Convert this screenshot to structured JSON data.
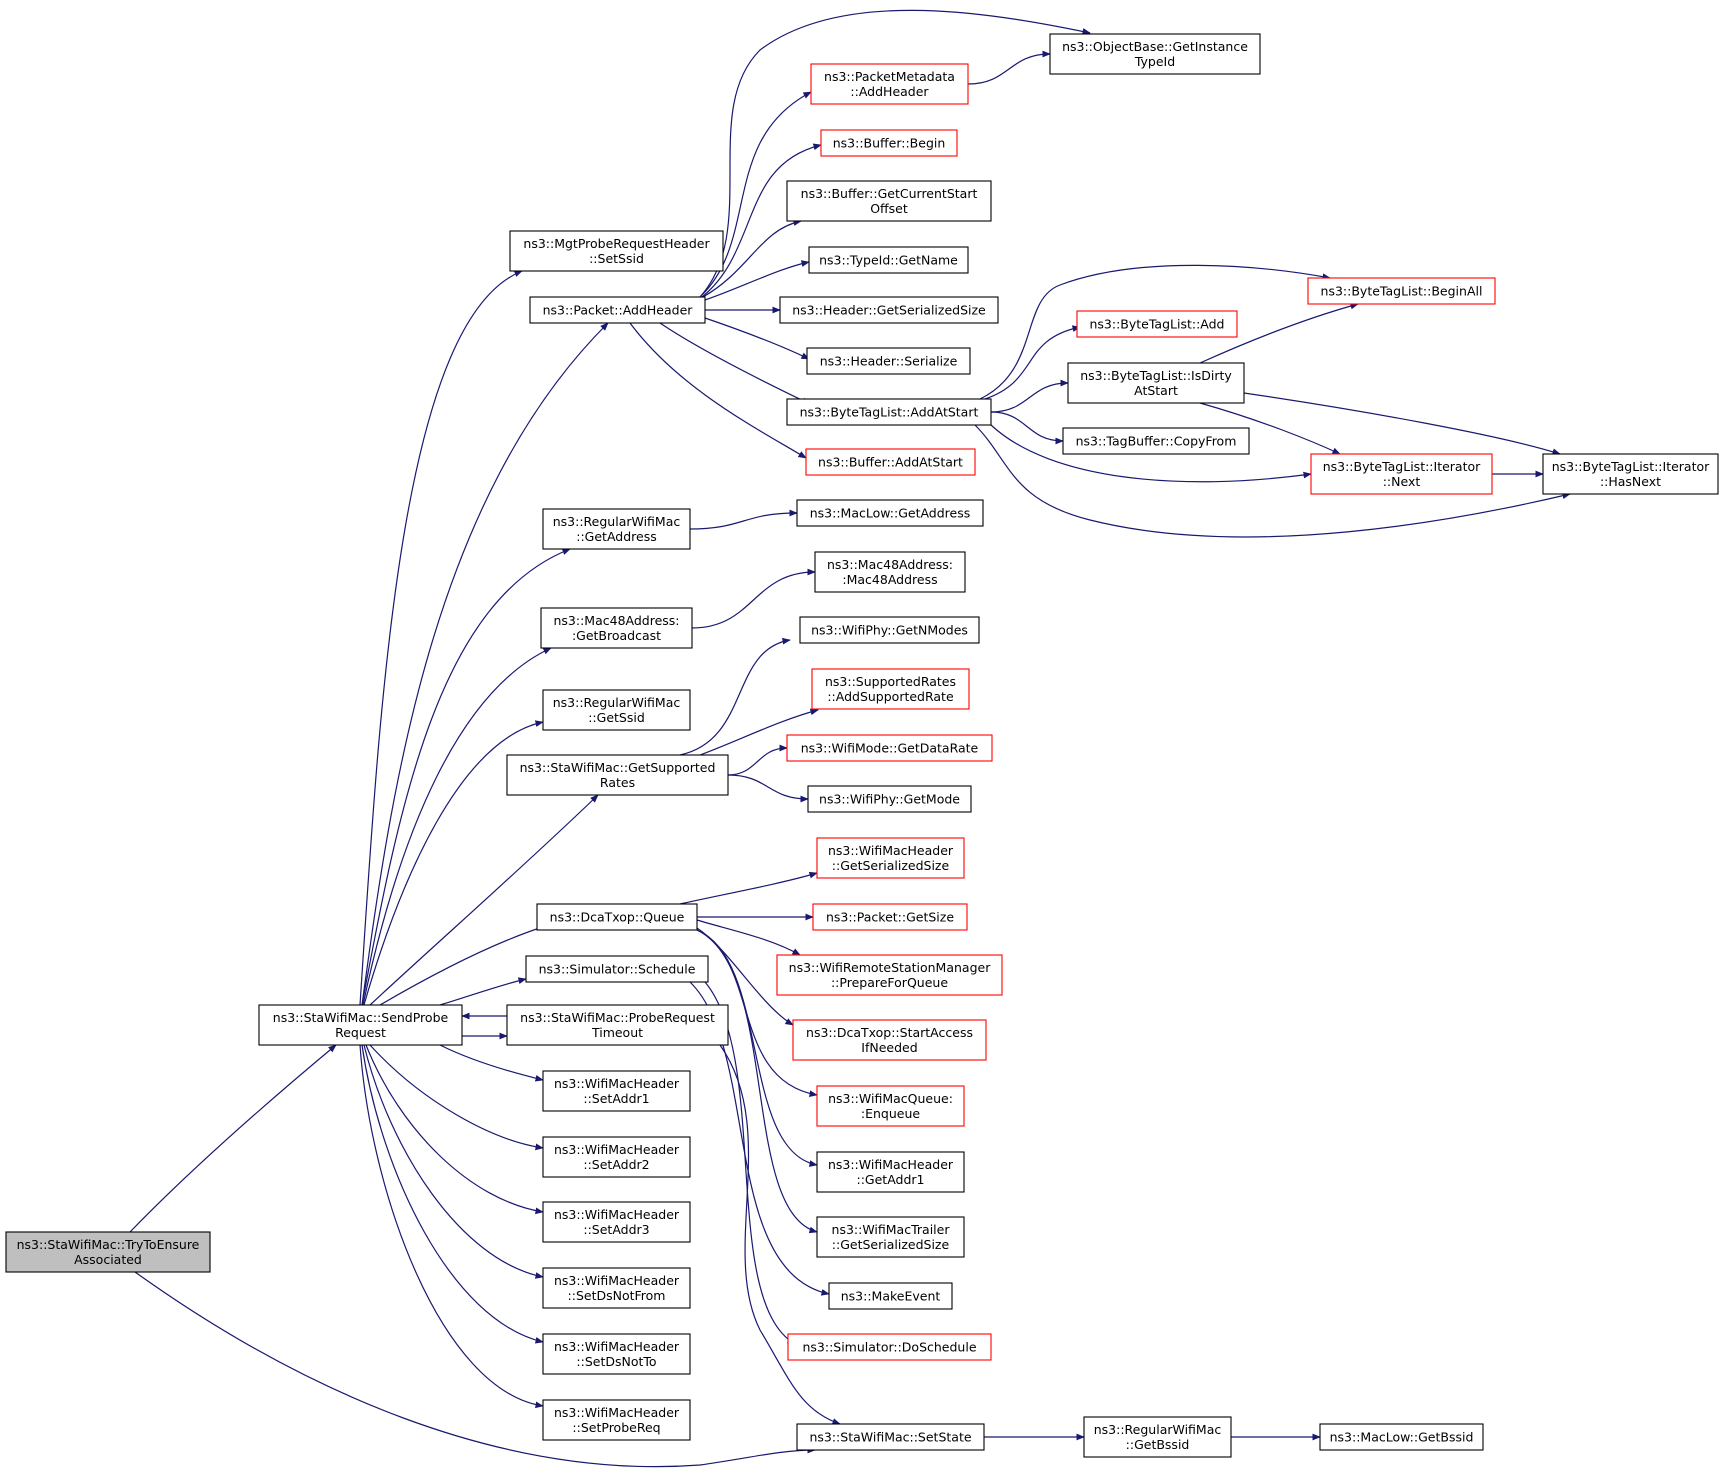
{
  "colors": {
    "edge": "#191970",
    "node_border": "#000000",
    "node_truncated_border": "#ff0000",
    "root_fill": "#bfbfbf",
    "node_fill": "#ffffff"
  },
  "nodes": [
    {
      "id": "try",
      "lines": [
        "ns3::StaWifiMac::TryToEnsure",
        "Associated"
      ],
      "style": "root"
    },
    {
      "id": "sendprobe",
      "lines": [
        "ns3::StaWifiMac::SendProbe",
        "Request"
      ],
      "style": "normal"
    },
    {
      "id": "setssid",
      "lines": [
        "ns3::MgtProbeRequestHeader",
        "::SetSsid"
      ],
      "style": "normal"
    },
    {
      "id": "addheader",
      "lines": [
        "ns3::Packet::AddHeader"
      ],
      "style": "normal"
    },
    {
      "id": "getaddress",
      "lines": [
        "ns3::RegularWifiMac",
        "::GetAddress"
      ],
      "style": "normal"
    },
    {
      "id": "getbroadcast",
      "lines": [
        "ns3::Mac48Address:",
        ":GetBroadcast"
      ],
      "style": "normal"
    },
    {
      "id": "getssid",
      "lines": [
        "ns3::RegularWifiMac",
        "::GetSsid"
      ],
      "style": "normal"
    },
    {
      "id": "getsupported",
      "lines": [
        "ns3::StaWifiMac::GetSupported",
        "Rates"
      ],
      "style": "normal"
    },
    {
      "id": "queue",
      "lines": [
        "ns3::DcaTxop::Queue"
      ],
      "style": "normal"
    },
    {
      "id": "schedule",
      "lines": [
        "ns3::Simulator::Schedule"
      ],
      "style": "normal"
    },
    {
      "id": "probetimeout",
      "lines": [
        "ns3::StaWifiMac::ProbeRequest",
        "Timeout"
      ],
      "style": "normal"
    },
    {
      "id": "setaddr1",
      "lines": [
        "ns3::WifiMacHeader",
        "::SetAddr1"
      ],
      "style": "normal"
    },
    {
      "id": "setaddr2",
      "lines": [
        "ns3::WifiMacHeader",
        "::SetAddr2"
      ],
      "style": "normal"
    },
    {
      "id": "setaddr3",
      "lines": [
        "ns3::WifiMacHeader",
        "::SetAddr3"
      ],
      "style": "normal"
    },
    {
      "id": "setdsnotfrom",
      "lines": [
        "ns3::WifiMacHeader",
        "::SetDsNotFrom"
      ],
      "style": "normal"
    },
    {
      "id": "setdsnotto",
      "lines": [
        "ns3::WifiMacHeader",
        "::SetDsNotTo"
      ],
      "style": "normal"
    },
    {
      "id": "setprobereq",
      "lines": [
        "ns3::WifiMacHeader",
        "::SetProbeReq"
      ],
      "style": "normal"
    },
    {
      "id": "setstate",
      "lines": [
        "ns3::StaWifiMac::SetState"
      ],
      "style": "normal"
    },
    {
      "id": "getinstancetypeid",
      "lines": [
        "ns3::ObjectBase::GetInstance",
        "TypeId"
      ],
      "style": "normal"
    },
    {
      "id": "pmaddheader",
      "lines": [
        "ns3::PacketMetadata",
        "::AddHeader"
      ],
      "style": "truncated"
    },
    {
      "id": "bufbegin",
      "lines": [
        "ns3::Buffer::Begin"
      ],
      "style": "truncated"
    },
    {
      "id": "bufcurstart",
      "lines": [
        "ns3::Buffer::GetCurrentStart",
        "Offset"
      ],
      "style": "normal"
    },
    {
      "id": "typeidname",
      "lines": [
        "ns3::TypeId::GetName"
      ],
      "style": "normal"
    },
    {
      "id": "hdrsersize",
      "lines": [
        "ns3::Header::GetSerializedSize"
      ],
      "style": "normal"
    },
    {
      "id": "hdrserialize",
      "lines": [
        "ns3::Header::Serialize"
      ],
      "style": "normal"
    },
    {
      "id": "btladdatstart",
      "lines": [
        "ns3::ByteTagList::AddAtStart"
      ],
      "style": "normal"
    },
    {
      "id": "bufaddatstart",
      "lines": [
        "ns3::Buffer::AddAtStart"
      ],
      "style": "truncated"
    },
    {
      "id": "btlbeginall",
      "lines": [
        "ns3::ByteTagList::BeginAll"
      ],
      "style": "truncated"
    },
    {
      "id": "btladd",
      "lines": [
        "ns3::ByteTagList::Add"
      ],
      "style": "truncated"
    },
    {
      "id": "btlisdirty",
      "lines": [
        "ns3::ByteTagList::IsDirty",
        "AtStart"
      ],
      "style": "normal"
    },
    {
      "id": "tagcopyfrom",
      "lines": [
        "ns3::TagBuffer::CopyFrom"
      ],
      "style": "normal"
    },
    {
      "id": "btlitnext",
      "lines": [
        "ns3::ByteTagList::Iterator",
        "::Next"
      ],
      "style": "truncated"
    },
    {
      "id": "btlithasnext",
      "lines": [
        "ns3::ByteTagList::Iterator",
        "::HasNext"
      ],
      "style": "normal"
    },
    {
      "id": "maclowgetaddr",
      "lines": [
        "ns3::MacLow::GetAddress"
      ],
      "style": "normal"
    },
    {
      "id": "mac48ctor",
      "lines": [
        "ns3::Mac48Address:",
        ":Mac48Address"
      ],
      "style": "normal"
    },
    {
      "id": "getnmodes",
      "lines": [
        "ns3::WifiPhy::GetNModes"
      ],
      "style": "normal"
    },
    {
      "id": "addsuprate",
      "lines": [
        "ns3::SupportedRates",
        "::AddSupportedRate"
      ],
      "style": "truncated"
    },
    {
      "id": "getdatarate",
      "lines": [
        "ns3::WifiMode::GetDataRate"
      ],
      "style": "truncated"
    },
    {
      "id": "getmode",
      "lines": [
        "ns3::WifiPhy::GetMode"
      ],
      "style": "normal"
    },
    {
      "id": "wmhsersize",
      "lines": [
        "ns3::WifiMacHeader",
        "::GetSerializedSize"
      ],
      "style": "truncated"
    },
    {
      "id": "pktgetsize",
      "lines": [
        "ns3::Packet::GetSize"
      ],
      "style": "truncated"
    },
    {
      "id": "prepqueue",
      "lines": [
        "ns3::WifiRemoteStationManager",
        "::PrepareForQueue"
      ],
      "style": "truncated"
    },
    {
      "id": "startaccess",
      "lines": [
        "ns3::DcaTxop::StartAccess",
        "IfNeeded"
      ],
      "style": "truncated"
    },
    {
      "id": "enqueue",
      "lines": [
        "ns3::WifiMacQueue:",
        ":Enqueue"
      ],
      "style": "truncated"
    },
    {
      "id": "getaddr1",
      "lines": [
        "ns3::WifiMacHeader",
        "::GetAddr1"
      ],
      "style": "normal"
    },
    {
      "id": "trailersize",
      "lines": [
        "ns3::WifiMacTrailer",
        "::GetSerializedSize"
      ],
      "style": "normal"
    },
    {
      "id": "makeevent",
      "lines": [
        "ns3::MakeEvent"
      ],
      "style": "normal"
    },
    {
      "id": "doschedule",
      "lines": [
        "ns3::Simulator::DoSchedule"
      ],
      "style": "truncated"
    },
    {
      "id": "getbssid",
      "lines": [
        "ns3::RegularWifiMac",
        "::GetBssid"
      ],
      "style": "normal"
    },
    {
      "id": "maclowgetbssid",
      "lines": [
        "ns3::MacLow::GetBssid"
      ],
      "style": "normal"
    }
  ],
  "edges": [
    [
      "try",
      "sendprobe"
    ],
    [
      "try",
      "setstate"
    ],
    [
      "sendprobe",
      "setssid"
    ],
    [
      "sendprobe",
      "addheader"
    ],
    [
      "sendprobe",
      "getaddress"
    ],
    [
      "sendprobe",
      "getbroadcast"
    ],
    [
      "sendprobe",
      "getssid"
    ],
    [
      "sendprobe",
      "getsupported"
    ],
    [
      "sendprobe",
      "queue"
    ],
    [
      "sendprobe",
      "schedule"
    ],
    [
      "sendprobe",
      "probetimeout"
    ],
    [
      "sendprobe",
      "setaddr1"
    ],
    [
      "sendprobe",
      "setaddr2"
    ],
    [
      "sendprobe",
      "setaddr3"
    ],
    [
      "sendprobe",
      "setdsnotfrom"
    ],
    [
      "sendprobe",
      "setdsnotto"
    ],
    [
      "sendprobe",
      "setprobereq"
    ],
    [
      "probetimeout",
      "sendprobe"
    ],
    [
      "probetimeout",
      "setstate"
    ],
    [
      "addheader",
      "getinstancetypeid"
    ],
    [
      "addheader",
      "pmaddheader"
    ],
    [
      "addheader",
      "bufbegin"
    ],
    [
      "addheader",
      "bufcurstart"
    ],
    [
      "addheader",
      "typeidname"
    ],
    [
      "addheader",
      "hdrsersize"
    ],
    [
      "addheader",
      "hdrserialize"
    ],
    [
      "addheader",
      "btladdatstart"
    ],
    [
      "addheader",
      "bufaddatstart"
    ],
    [
      "pmaddheader",
      "getinstancetypeid"
    ],
    [
      "btladdatstart",
      "btlbeginall"
    ],
    [
      "btladdatstart",
      "btladd"
    ],
    [
      "btladdatstart",
      "btlisdirty"
    ],
    [
      "btladdatstart",
      "tagcopyfrom"
    ],
    [
      "btladdatstart",
      "btlitnext"
    ],
    [
      "btladdatstart",
      "btlithasnext"
    ],
    [
      "btlisdirty",
      "btlbeginall"
    ],
    [
      "btlisdirty",
      "btlitnext"
    ],
    [
      "btlisdirty",
      "btlithasnext"
    ],
    [
      "btlitnext",
      "btlithasnext"
    ],
    [
      "getaddress",
      "maclowgetaddr"
    ],
    [
      "getbroadcast",
      "mac48ctor"
    ],
    [
      "getsupported",
      "getnmodes"
    ],
    [
      "getsupported",
      "addsuprate"
    ],
    [
      "getsupported",
      "getdatarate"
    ],
    [
      "getsupported",
      "getmode"
    ],
    [
      "queue",
      "wmhsersize"
    ],
    [
      "queue",
      "pktgetsize"
    ],
    [
      "queue",
      "prepqueue"
    ],
    [
      "queue",
      "startaccess"
    ],
    [
      "queue",
      "enqueue"
    ],
    [
      "queue",
      "getaddr1"
    ],
    [
      "queue",
      "trailersize"
    ],
    [
      "schedule",
      "makeevent"
    ],
    [
      "schedule",
      "doschedule"
    ],
    [
      "setstate",
      "getbssid"
    ],
    [
      "getbssid",
      "maclowgetbssid"
    ]
  ]
}
